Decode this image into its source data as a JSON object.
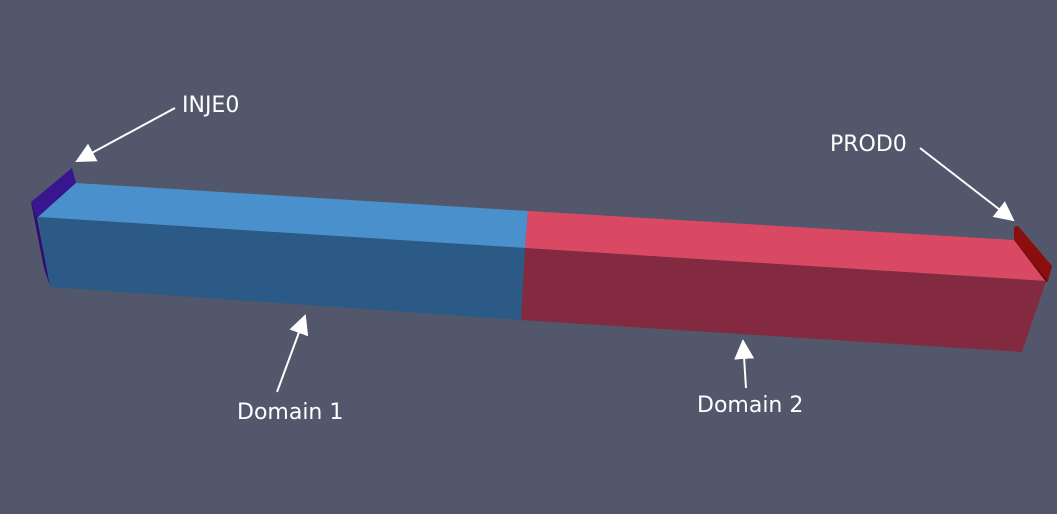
{
  "scene": {
    "background": "#52576b",
    "labels": {
      "injector": "INJE0",
      "producer": "PROD0",
      "domain1": "Domain 1",
      "domain2": "Domain 2"
    },
    "colors": {
      "domain1_top": "#4a90cc",
      "domain1_front": "#2b5a86",
      "domain2_top": "#d94963",
      "domain2_front": "#842a40",
      "injector": "#3a1590",
      "producer": "#8c0d0d",
      "annotation": "#ffffff"
    }
  }
}
